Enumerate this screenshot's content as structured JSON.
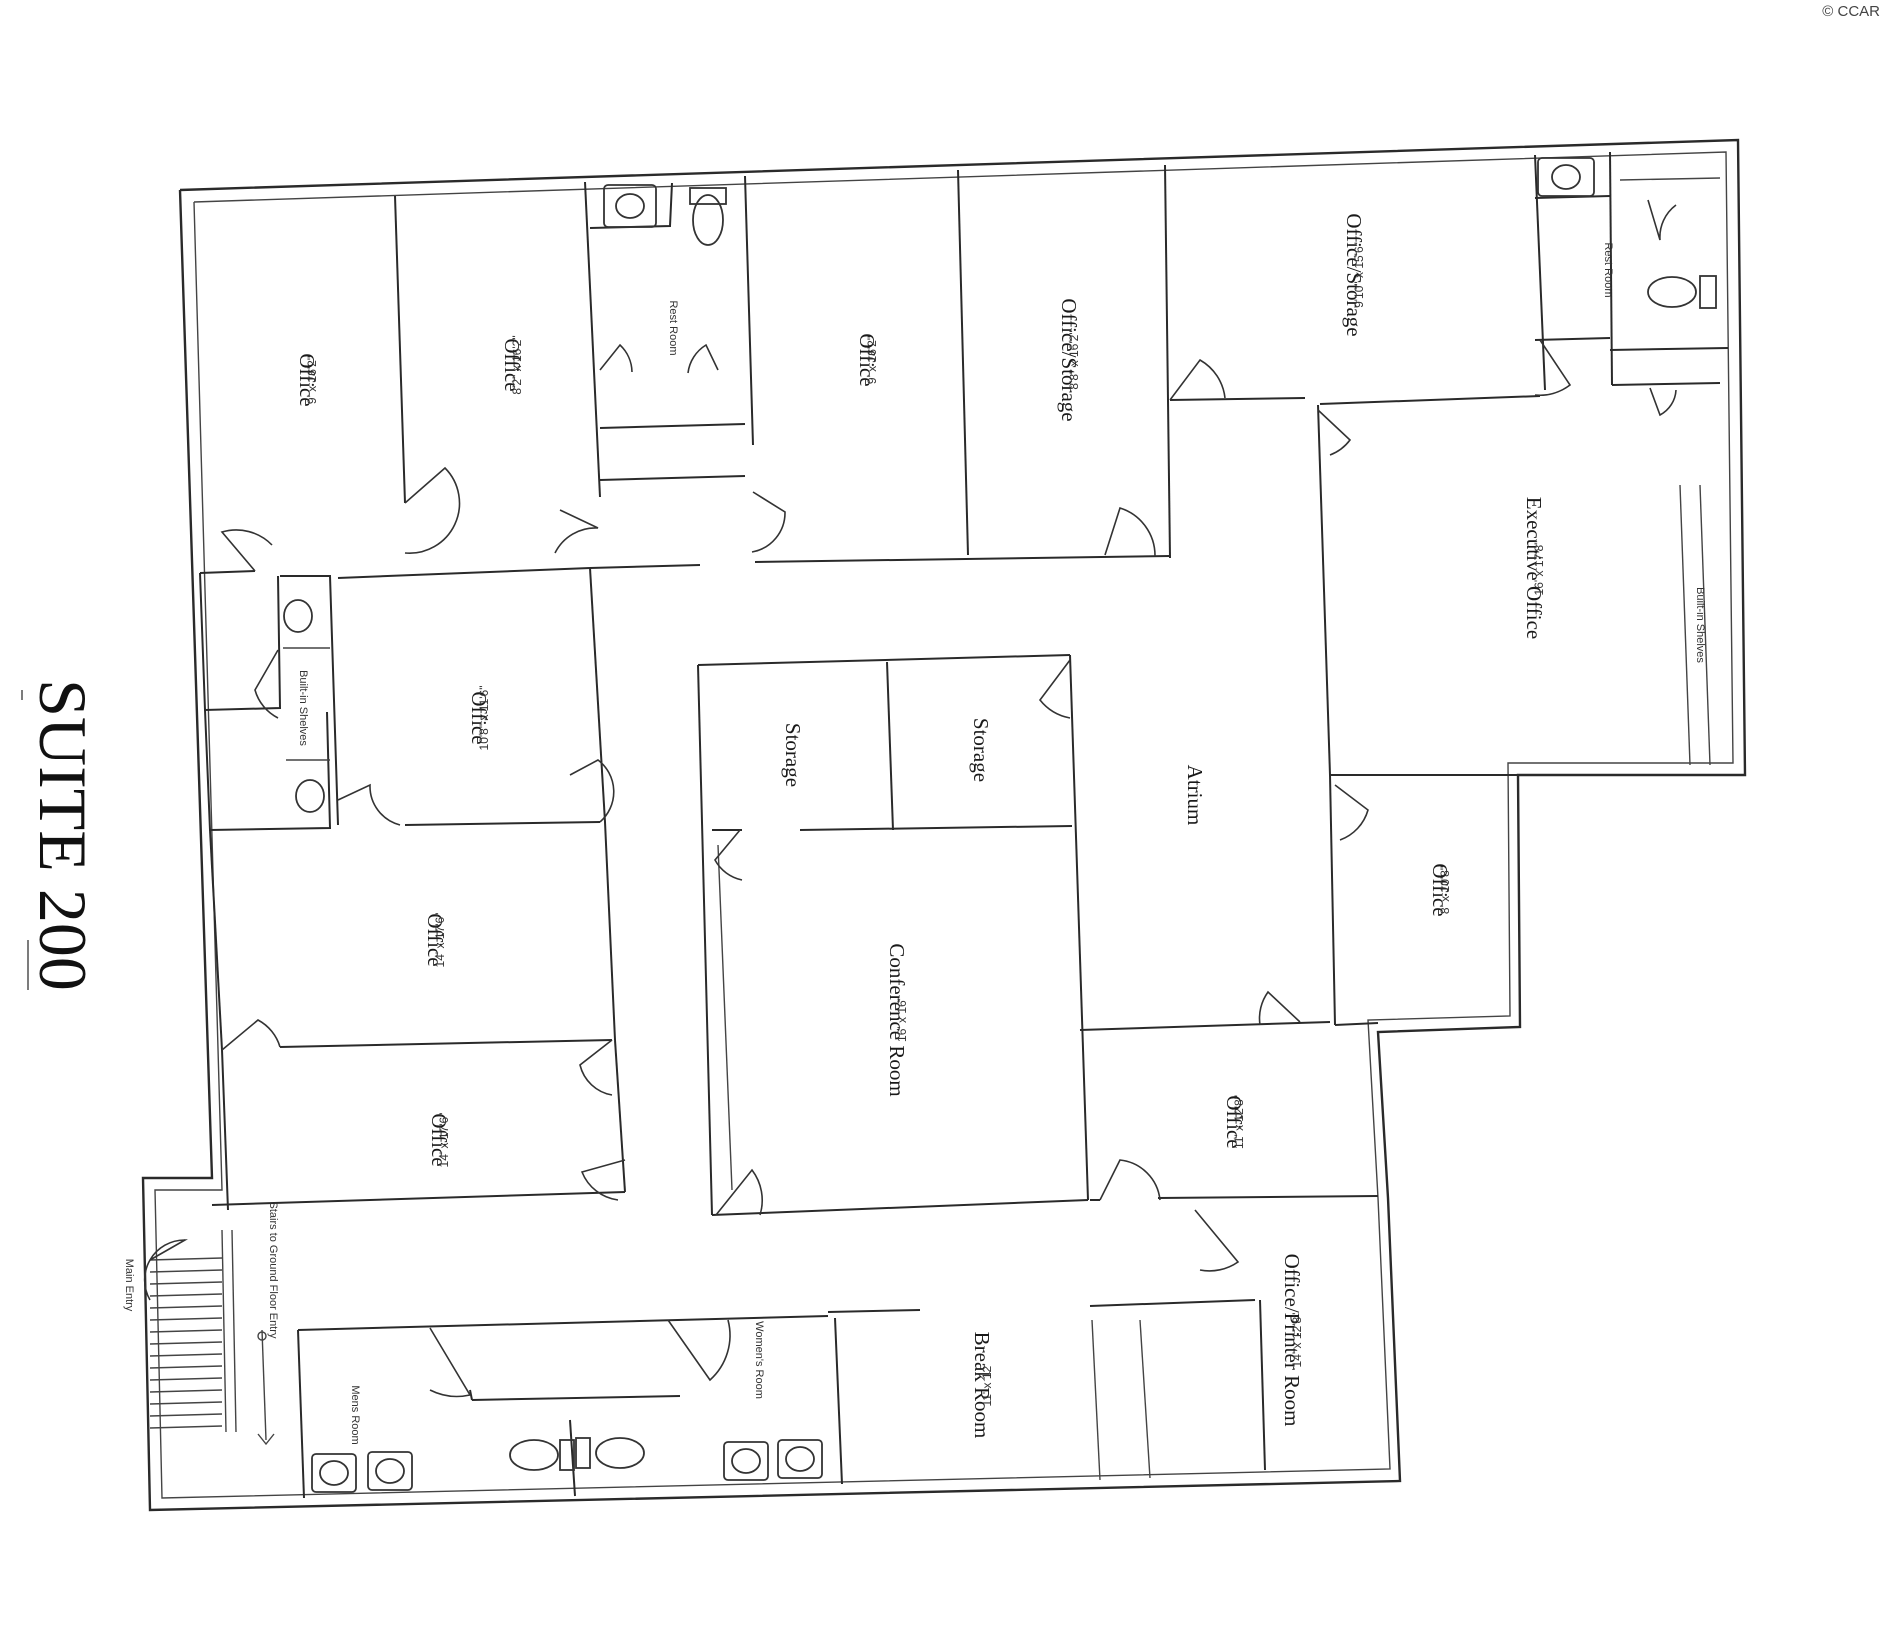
{
  "title": "SUITE 200",
  "subtitle_fragment": "",
  "watermark": "© CCAR",
  "rooms": {
    "office_1": {
      "name": "Office",
      "dims": "9' x 16'2\""
    },
    "office_2": {
      "name": "Office",
      "dims": "8'2\" x 16'2\""
    },
    "rest_room_1": {
      "name": "Rest Room"
    },
    "office_3": {
      "name": "Office",
      "dims": "9' x 16'2\""
    },
    "office_storage_1": {
      "name": "Office/Storage",
      "dims": "8'8\" x 16'2\""
    },
    "office_storage_2": {
      "name": "Office/Storage",
      "dims": "9'10\" x 15'6\""
    },
    "rest_room_2": {
      "name": "Rest Room"
    },
    "executive_office": {
      "name": "Executive Office",
      "dims": "16' x 17'8\""
    },
    "built_in_shelves_exec": {
      "name": "Built-in Shelves"
    },
    "office_4": {
      "name": "Office",
      "dims": "10'8\" x 11'6\""
    },
    "built_in_shelves_small": {
      "name": "Built-in Shelves"
    },
    "storage_1": {
      "name": "Storage"
    },
    "storage_2": {
      "name": "Storage"
    },
    "atrium": {
      "name": "Atrium"
    },
    "office_5": {
      "name": "Office",
      "dims": "8' x 10'8\""
    },
    "office_6": {
      "name": "Office",
      "dims": "14' x 17'6\""
    },
    "conference_room": {
      "name": "Conference Room",
      "dims": "16' x 16'"
    },
    "office_7": {
      "name": "Office",
      "dims": "11' x 12'8\""
    },
    "office_8": {
      "name": "Office",
      "dims": "14' x 17'6\""
    },
    "office_printer_room": {
      "name": "Office/Printer Room",
      "dims": "14' x 12'8\""
    },
    "break_room": {
      "name": "Break Room",
      "dims": "11' x 12'"
    },
    "mens_room": {
      "name": "Mens Room"
    },
    "womens_room": {
      "name": "Women's Room"
    }
  },
  "annotations": {
    "main_entry": "Main Entry",
    "stairs": "Stairs to Ground Floor Entry"
  }
}
